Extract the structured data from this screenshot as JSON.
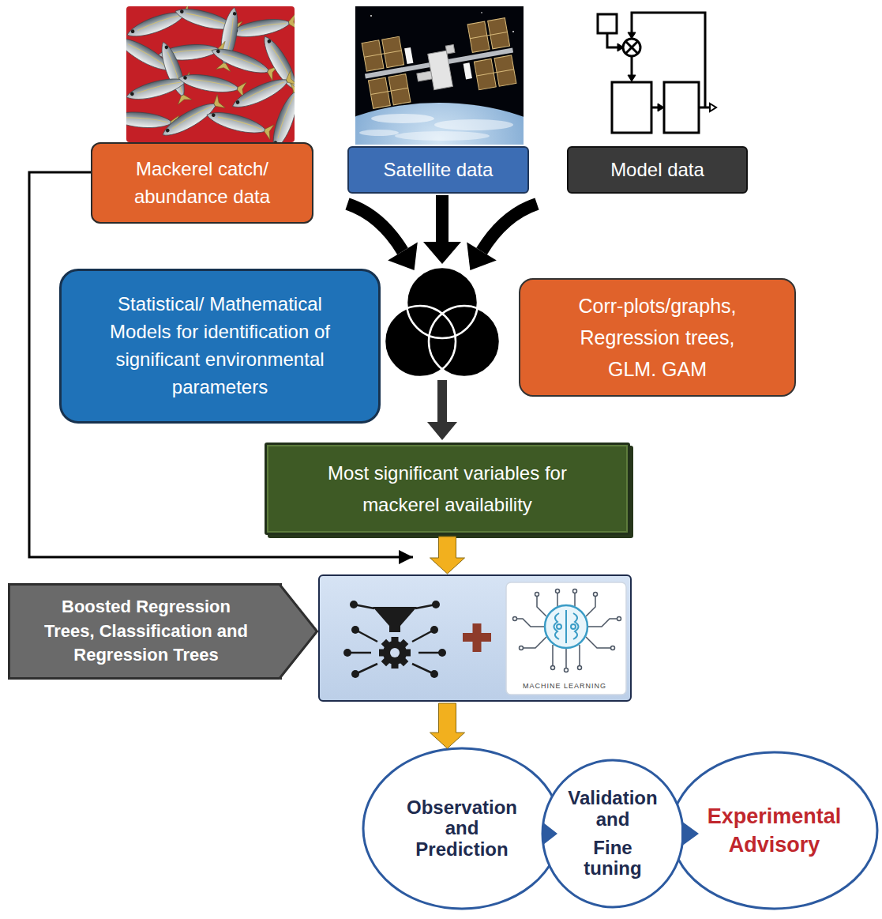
{
  "diagram": {
    "nodes": [
      {
        "text": [
          "Mackerel catch/ abundance data"
        ]
      },
      {
        "text": [
          "Satellite data"
        ]
      },
      {
        "text": [
          "Model data"
        ]
      },
      {
        "text": [
          "Statistical/ Mathematical Models for identification of significant environmental parameters"
        ]
      },
      {
        "text": [
          "Corr-plots/graphs, Regression trees, GLM. GAM"
        ]
      },
      {
        "text": [
          "Most significant variables for mackerel availability"
        ]
      },
      {
        "text": [
          "Boosted Regression Trees, Classification and Regression Trees"
        ]
      },
      {
        "text": [
          "MACHINE LEARNING"
        ]
      },
      {
        "text": [
          "Observation and Prediction"
        ]
      },
      {
        "text": [
          "Validation and",
          "Fine tuning"
        ]
      },
      {
        "text": [
          "Experimental Advisory"
        ]
      }
    ],
    "edges": [
      {
        "from": 0,
        "to": 7,
        "arrow": "to"
      },
      {
        "from": 5,
        "to": 7,
        "arrow": "to"
      },
      {
        "from": 6,
        "to": 7,
        "arrow": "to"
      },
      {
        "from": 7,
        "to": 8,
        "arrow": "to"
      },
      {
        "from": 8,
        "to": 9,
        "arrow": "to"
      },
      {
        "from": 9,
        "to": 10,
        "arrow": "to"
      }
    ]
  }
}
